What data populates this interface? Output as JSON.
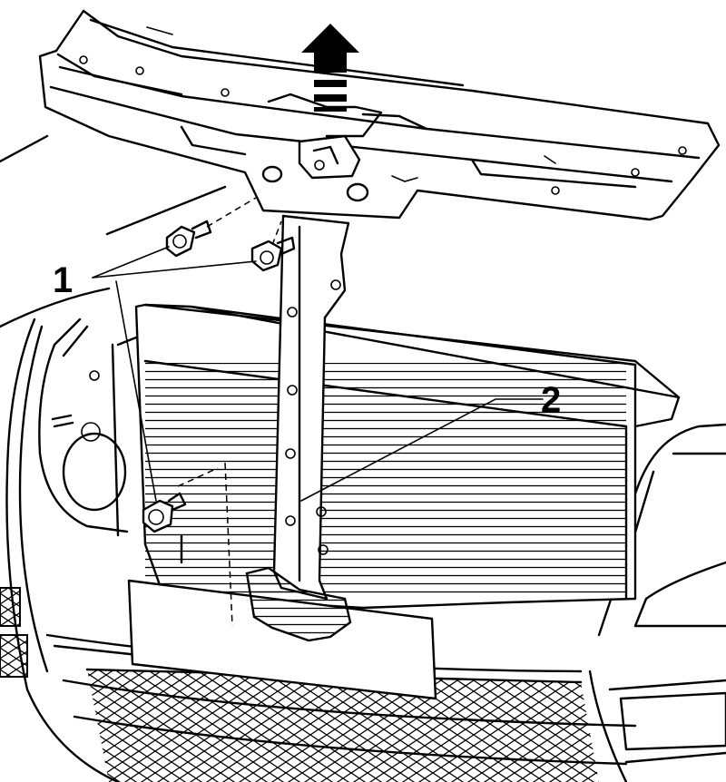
{
  "callouts": {
    "one": "1",
    "two": "2"
  },
  "arrow": {
    "direction": "up",
    "icon": "lift-arrow-icon"
  }
}
